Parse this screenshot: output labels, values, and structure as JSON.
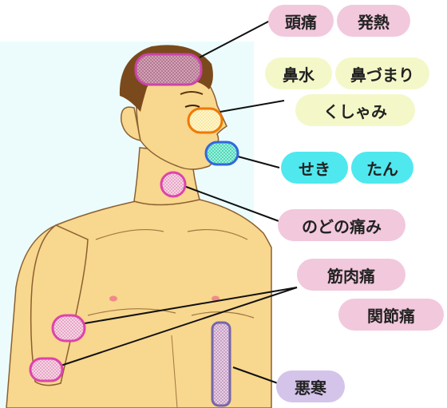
{
  "labels": {
    "headache": "頭痛",
    "fever": "発熱",
    "runny_nose": "鼻水",
    "stuffy_nose": "鼻づまり",
    "sneeze": "くしゃみ",
    "cough": "せき",
    "phlegm": "たん",
    "sore_throat": "のどの痛み",
    "muscle_pain": "筋肉痛",
    "joint_pain": "関節痛",
    "chills": "悪寒"
  },
  "colors": {
    "pink_label": "#f2c8dc",
    "yellow_label": "#f4f8c8",
    "cyan_label": "#4fe8ef",
    "lavender_label": "#d4c4ea",
    "head_marker": "#cc44aa",
    "nose_marker": "#f07800",
    "mouth_marker": "#3366dd",
    "throat_marker": "#dd44aa",
    "body_marker": "#7766aa",
    "skin": "#f8d78e",
    "hair": "#7a4a1c",
    "background_panel": "#ecfcfd"
  }
}
